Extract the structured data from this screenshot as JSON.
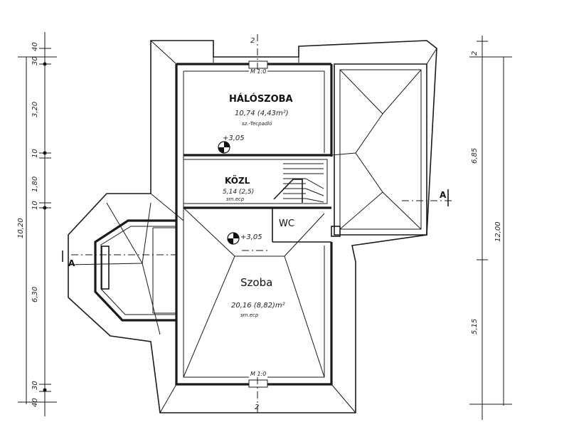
{
  "rooms": {
    "halo": {
      "name": "HÁLÓSZOBA",
      "area": "10,74 (4,43m²)",
      "note": "sz.-Tecpadló"
    },
    "kozl": {
      "name": "KÖZL",
      "area": "5,14 (2,5)",
      "note": "sm.ecp"
    },
    "wc": {
      "name": "WC"
    },
    "szoba": {
      "name": "Szoba",
      "area": "20,16 (8,82)m²",
      "note": "sm.ecp"
    }
  },
  "levels": {
    "upper": "+3,05",
    "lower": "+3,05"
  },
  "marks": {
    "top": "M 1:0",
    "bottom": "M 1:0",
    "section_left": "A",
    "section_right": "A"
  },
  "axes": {
    "top": "2",
    "bottom": "2"
  },
  "dims_left": [
    "30",
    "40",
    "3,20",
    "10",
    "1,80",
    "10",
    "6,30",
    "30",
    "40",
    "10,20"
  ],
  "dims_right": [
    "2",
    "6,85",
    "5,15",
    "12,00"
  ]
}
